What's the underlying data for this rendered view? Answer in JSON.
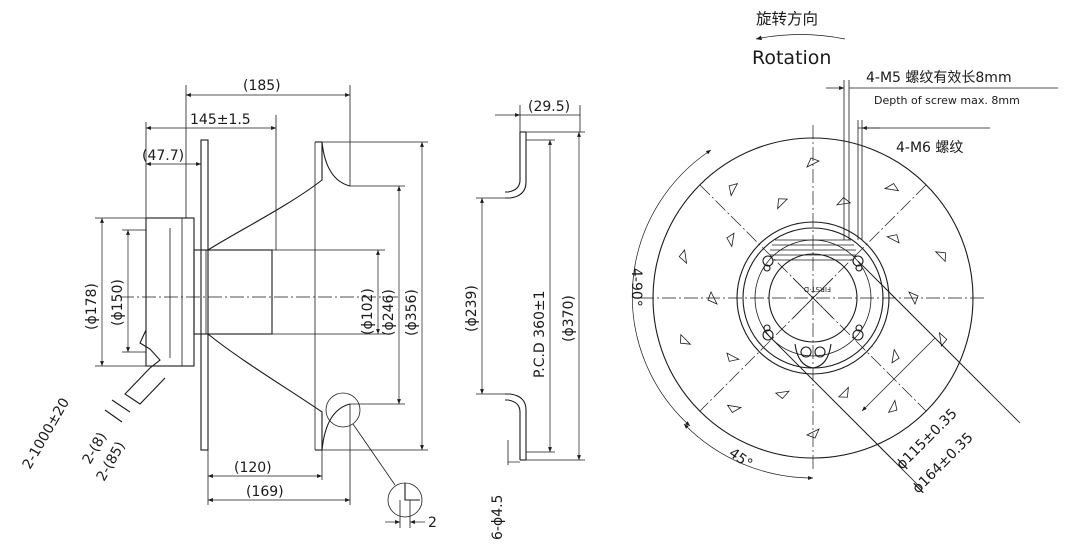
{
  "rotation": {
    "cn": "旋转方向",
    "en": "Rotation"
  },
  "side_view": {
    "dims": {
      "d185": "(185)",
      "d145": "145±1.5",
      "d47": "(47.7)",
      "d178": "(ϕ178)",
      "d150": "(ϕ150)",
      "d102": "(ϕ102)",
      "d246": "(ϕ246)",
      "d356": "(ϕ356)",
      "d120": "(120)",
      "d169": "(169)",
      "cable_len": "2-1000±20",
      "cable_8": "2-(8)",
      "cable_85": "2-(85)",
      "detail_2": "2"
    }
  },
  "section_view": {
    "dims": {
      "d29": "(29.5)",
      "d239": "(ϕ239)",
      "pcd": "P.C.D 360±1",
      "d370": "(ϕ370)",
      "holes": "6-ϕ4.5"
    }
  },
  "front_view": {
    "dims": {
      "m5_cn": "4-M5 螺纹有效长8mm",
      "m5_en": "Depth of screw max. 8mm",
      "m6": "4-M6 螺纹",
      "angle_90": "4-90°",
      "angle_45": "45°",
      "d115": "ϕ115±0.35",
      "d164": "ϕ164±0.35"
    }
  }
}
